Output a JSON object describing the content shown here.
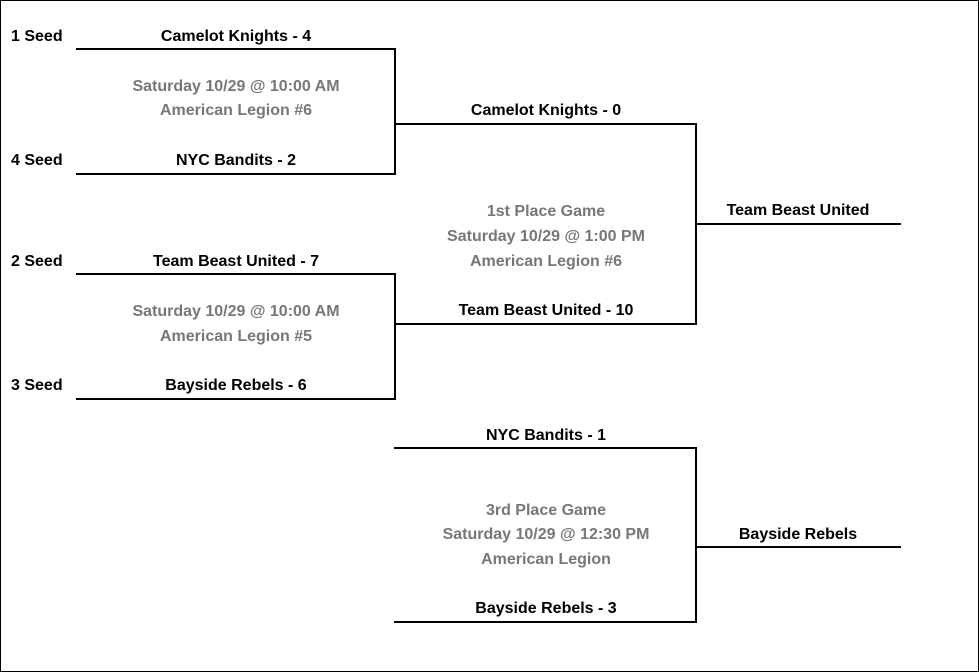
{
  "seeds": {
    "s1": "1 Seed",
    "s4": "4 Seed",
    "s2": "2 Seed",
    "s3": "3 Seed"
  },
  "semifinal_1": {
    "top": "Camelot Knights - 4",
    "bottom": "NYC Bandits - 2",
    "date": "Saturday 10/29 @ 10:00 AM",
    "venue": "American Legion #6"
  },
  "semifinal_2": {
    "top": "Team Beast United - 7",
    "bottom": "Bayside Rebels - 6",
    "date": "Saturday 10/29 @ 10:00 AM",
    "venue": "American Legion #5"
  },
  "final": {
    "top": "Camelot Knights - 0",
    "bottom": "Team Beast United - 10",
    "title": "1st Place Game",
    "date": "Saturday 10/29 @ 1:00 PM",
    "venue": "American Legion #6",
    "winner": "Team Beast United"
  },
  "third_place": {
    "top": "NYC Bandits - 1",
    "bottom": "Bayside Rebels - 3",
    "title": "3rd Place Game",
    "date": "Saturday 10/29 @ 12:30 PM",
    "venue": "American Legion",
    "winner": "Bayside Rebels"
  },
  "colors": {
    "line": "#000000",
    "team_text": "#000000",
    "info_text": "#777777"
  }
}
